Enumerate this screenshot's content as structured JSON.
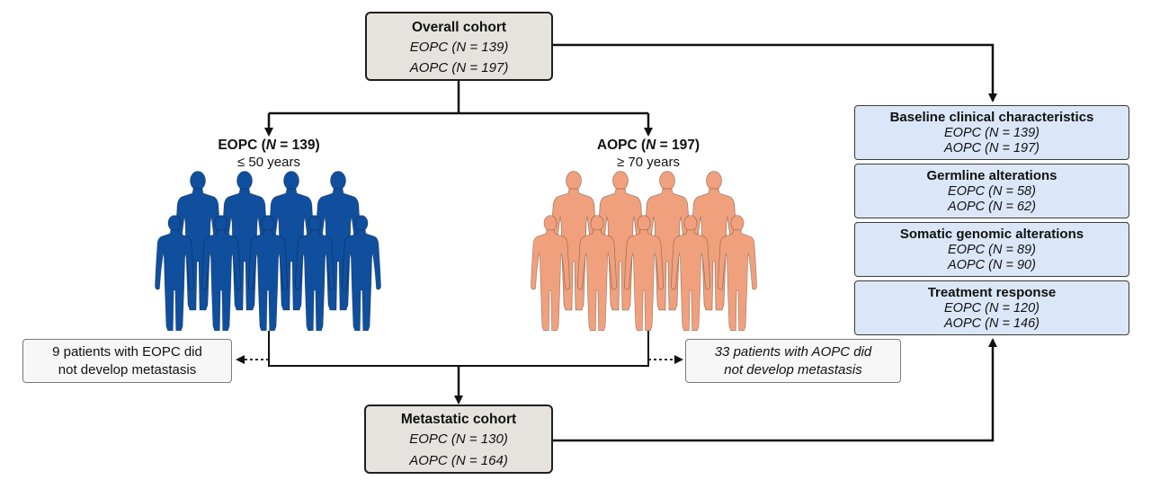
{
  "overall": {
    "title": "Overall cohort",
    "eopc": "EOPC (N = 139)",
    "aopc": "AOPC (N = 197)"
  },
  "eopc_group": {
    "label_pre": "EOPC (",
    "label_n": "N",
    "label_post": " = 139)",
    "age": "≤ 50 years",
    "color": "#0f4f9e"
  },
  "aopc_group": {
    "label_pre": "AOPC (",
    "label_n": "N",
    "label_post": " = 197)",
    "age": "≥ 70 years",
    "color": "#f0a07c"
  },
  "excluded": {
    "eopc": {
      "line1": "9 patients with EOPC did",
      "line2": "not develop metastasis"
    },
    "aopc": {
      "line1": "33 patients with AOPC did",
      "line2": "not develop metastasis"
    }
  },
  "metastatic": {
    "title": "Metastatic cohort",
    "eopc": "EOPC (N = 130)",
    "aopc": "AOPC (N = 164)"
  },
  "analyses": [
    {
      "title": "Baseline clinical characteristics",
      "eopc": "EOPC (N = 139)",
      "aopc": "AOPC (N = 197)"
    },
    {
      "title": "Germline alterations",
      "eopc": "EOPC (N = 58)",
      "aopc": "AOPC (N = 62)"
    },
    {
      "title": "Somatic genomic alterations",
      "eopc": "EOPC (N = 89)",
      "aopc": "AOPC (N = 90)"
    },
    {
      "title": "Treatment response",
      "eopc": "EOPC (N = 120)",
      "aopc": "AOPC (N = 146)"
    }
  ]
}
